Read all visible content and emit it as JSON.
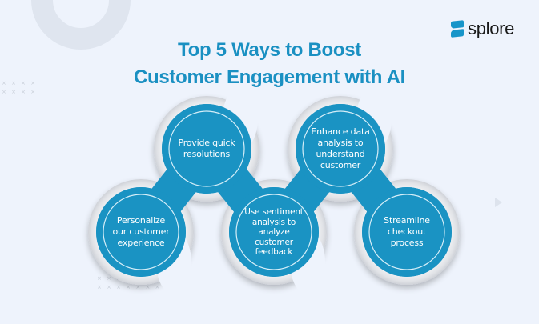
{
  "brand": {
    "name": "splore",
    "accent_color": "#1795c9"
  },
  "title": {
    "line1": "Top 5 Ways to Boost",
    "line2": "Customer Engagement with AI",
    "color": "#1a90c2"
  },
  "decorations": {
    "x_pattern_top_left": "× × × ×",
    "x_pattern_bottom": "× × × × × × × × ×",
    "icons": [
      "ring-decoration",
      "x-grid-decoration",
      "play-triangle-decoration"
    ]
  },
  "diagram": {
    "node_color": "#1a93c3",
    "halo_color": "#e6e8ec",
    "nodes": [
      {
        "id": 1,
        "text": "Personalize our customer experience",
        "lines": [
          "Personalize",
          "our customer",
          "experience"
        ],
        "position": "bottom"
      },
      {
        "id": 2,
        "text": "Provide quick resolutions",
        "lines": [
          "Provide quick",
          "resolutions"
        ],
        "position": "top"
      },
      {
        "id": 3,
        "text": "Use sentiment analysis to analyze customer feedback",
        "lines": [
          "Use sentiment",
          "analysis to",
          "analyze",
          "customer",
          "feedback"
        ],
        "position": "bottom"
      },
      {
        "id": 4,
        "text": "Enhance data analysis to understand customer",
        "lines": [
          "Enhance data",
          "analysis to",
          "understand",
          "customer"
        ],
        "position": "top"
      },
      {
        "id": 5,
        "text": "Streamline checkout process",
        "lines": [
          "Streamline",
          "checkout",
          "process"
        ],
        "position": "bottom"
      }
    ]
  }
}
